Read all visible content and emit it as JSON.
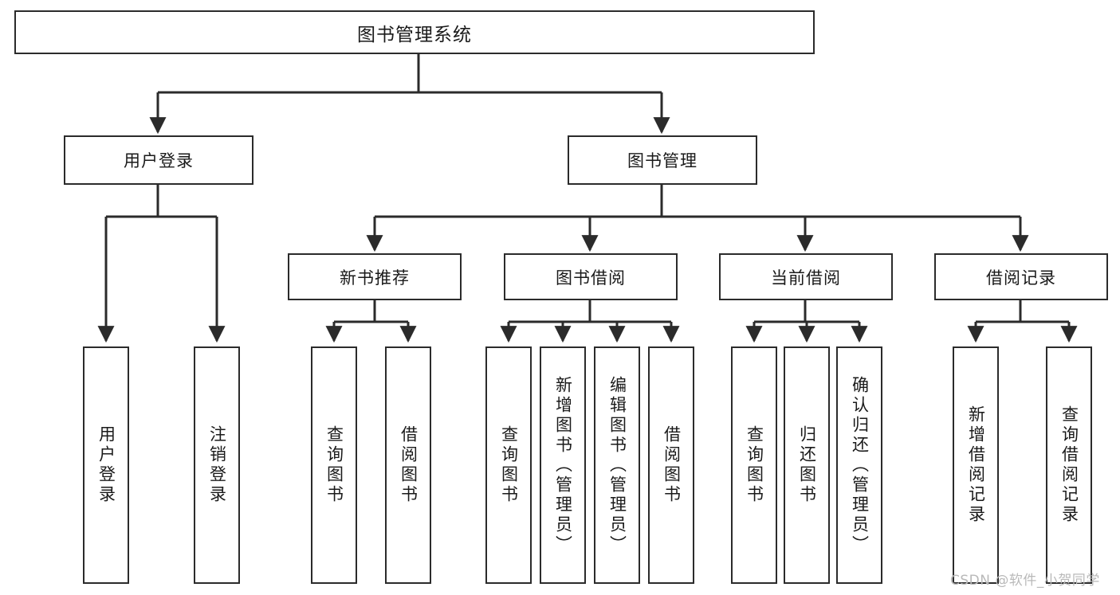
{
  "diagram": {
    "title": "图书管理系统",
    "type": "tree-structure-chart",
    "orientation": "top-down",
    "colors": {
      "background": "#ffffff",
      "node_border": "#2b2b2b",
      "node_fill": "#ffffff",
      "connector": "#2b2b2b",
      "text": "#1a1a1a",
      "watermark": "#b9b9b9"
    }
  },
  "watermark": {
    "text": "CSDN @软件_小贺同学"
  },
  "nodes": {
    "root": {
      "label": "图书管理系统",
      "level": 0
    },
    "level1": [
      {
        "id": "user-login",
        "label": "用户登录",
        "level": 1
      },
      {
        "id": "book-management",
        "label": "图书管理",
        "level": 1
      }
    ],
    "level2": [
      {
        "id": "new-book-recommend",
        "label": "新书推荐",
        "level": 2,
        "parent": "book-management"
      },
      {
        "id": "book-borrow",
        "label": "图书借阅",
        "level": 2,
        "parent": "book-management"
      },
      {
        "id": "current-borrow",
        "label": "当前借阅",
        "level": 2,
        "parent": "book-management"
      },
      {
        "id": "borrow-record",
        "label": "借阅记录",
        "level": 2,
        "parent": "book-management"
      }
    ],
    "leaves": [
      {
        "id": "leaf-user-login",
        "label": "用户登录",
        "parent": "user-login"
      },
      {
        "id": "leaf-user-logout",
        "label": "注销登录",
        "parent": "user-login"
      },
      {
        "id": "leaf-query-book-1",
        "label": "查询图书",
        "parent": "new-book-recommend"
      },
      {
        "id": "leaf-borrow-book-1",
        "label": "借阅图书",
        "parent": "new-book-recommend"
      },
      {
        "id": "leaf-query-book-2",
        "label": "查询图书",
        "parent": "book-borrow"
      },
      {
        "id": "leaf-add-book",
        "label": "新增图书（管理员）",
        "parent": "book-borrow"
      },
      {
        "id": "leaf-edit-book",
        "label": "编辑图书（管理员）",
        "parent": "book-borrow"
      },
      {
        "id": "leaf-borrow-book-2",
        "label": "借阅图书",
        "parent": "book-borrow"
      },
      {
        "id": "leaf-query-book-3",
        "label": "查询图书",
        "parent": "current-borrow"
      },
      {
        "id": "leaf-return-book",
        "label": "归还图书",
        "parent": "current-borrow"
      },
      {
        "id": "leaf-confirm-return",
        "label": "确认归还（管理员）",
        "parent": "current-borrow"
      },
      {
        "id": "leaf-add-record",
        "label": "新增借阅记录",
        "parent": "borrow-record"
      },
      {
        "id": "leaf-query-record",
        "label": "查询借阅记录",
        "parent": "borrow-record"
      }
    ]
  }
}
